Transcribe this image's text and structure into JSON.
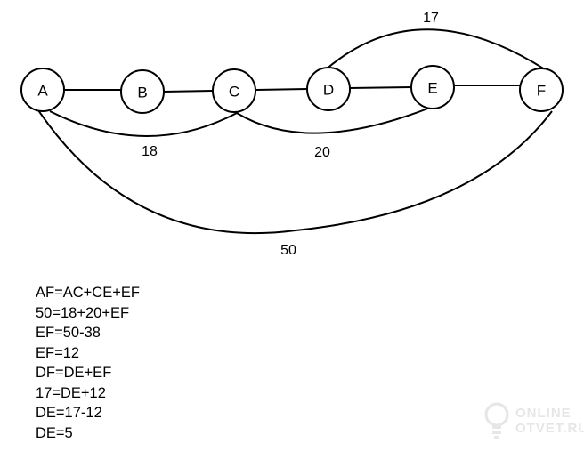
{
  "diagram": {
    "nodes": [
      {
        "id": "A",
        "label": "A"
      },
      {
        "id": "B",
        "label": "B"
      },
      {
        "id": "C",
        "label": "C"
      },
      {
        "id": "D",
        "label": "D"
      },
      {
        "id": "E",
        "label": "E"
      },
      {
        "id": "F",
        "label": "F"
      }
    ],
    "edges": [
      {
        "id": "AB",
        "from": "A",
        "to": "B",
        "label": ""
      },
      {
        "id": "BC",
        "from": "B",
        "to": "C",
        "label": ""
      },
      {
        "id": "CD",
        "from": "C",
        "to": "D",
        "label": ""
      },
      {
        "id": "DE",
        "from": "D",
        "to": "E",
        "label": ""
      },
      {
        "id": "EF",
        "from": "E",
        "to": "F",
        "label": ""
      },
      {
        "id": "AC",
        "from": "A",
        "to": "C",
        "label": "18"
      },
      {
        "id": "CE",
        "from": "C",
        "to": "E",
        "label": "20"
      },
      {
        "id": "DF",
        "from": "D",
        "to": "F",
        "label": "17"
      },
      {
        "id": "AF",
        "from": "A",
        "to": "F",
        "label": "50"
      }
    ]
  },
  "solution_lines": [
    "AF=AC+CE+EF",
    "50=18+20+EF",
    "EF=50-38",
    "EF=12",
    "DF=DE+EF",
    "17=DE+12",
    "DE=17-12",
    "DE=5"
  ],
  "watermark": {
    "line1": "ONLINE",
    "line2": "OTVET.RU",
    "color": "#e6e6e6"
  }
}
